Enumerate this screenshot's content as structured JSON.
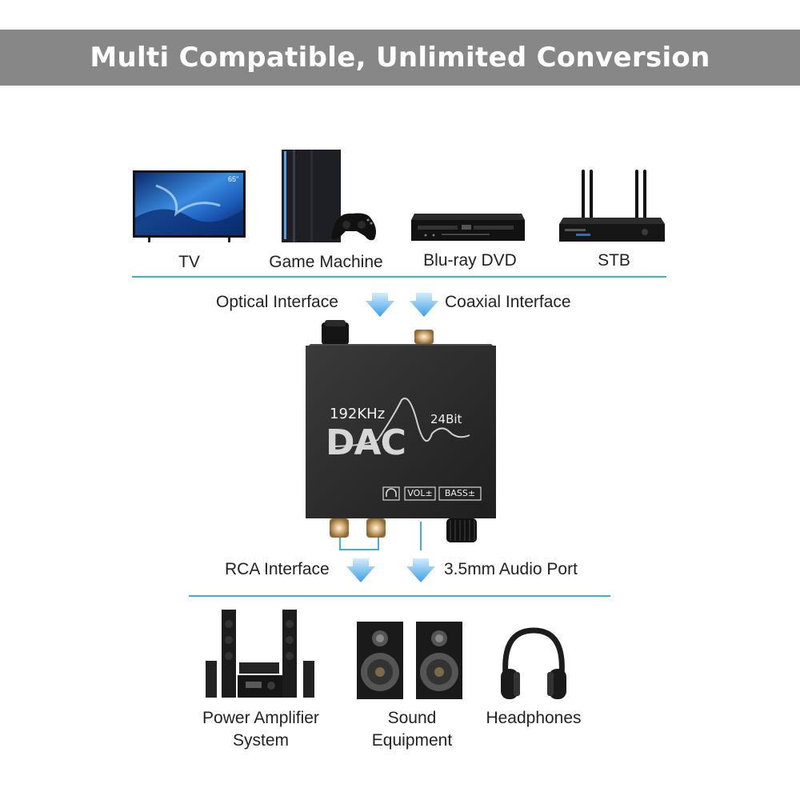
{
  "banner": {
    "title": "Multi Compatible, Unlimited Conversion"
  },
  "sources": [
    {
      "label": "TV",
      "icon": "tv-icon"
    },
    {
      "label": "Game Machine",
      "icon": "game-console-icon"
    },
    {
      "label": "Blu-ray DVD",
      "icon": "bluray-player-icon"
    },
    {
      "label": "STB",
      "icon": "set-top-box-icon"
    }
  ],
  "tv_badge": "65\"",
  "inputs": {
    "optical": "Optical Interface",
    "coaxial": "Coaxial Interface"
  },
  "device": {
    "rate": "192KHz",
    "name": "DAC",
    "bits": "24Bit",
    "vol": "VOL±",
    "bass": "BASS±"
  },
  "outputs": {
    "rca": "RCA Interface",
    "aux": "3.5mm Audio Port"
  },
  "destinations": [
    {
      "line1": "Power Amplifier",
      "line2": "System",
      "icon": "speaker-system-icon"
    },
    {
      "line1": "Sound",
      "line2": "Equipment",
      "icon": "bookshelf-speakers-icon"
    },
    {
      "line1": "Headphones",
      "line2": "",
      "icon": "headphones-icon"
    }
  ],
  "colors": {
    "banner": "#878787",
    "divider": "#3fb3c4",
    "arrow": "#3a9ee6",
    "device": "#2b2b2b"
  }
}
